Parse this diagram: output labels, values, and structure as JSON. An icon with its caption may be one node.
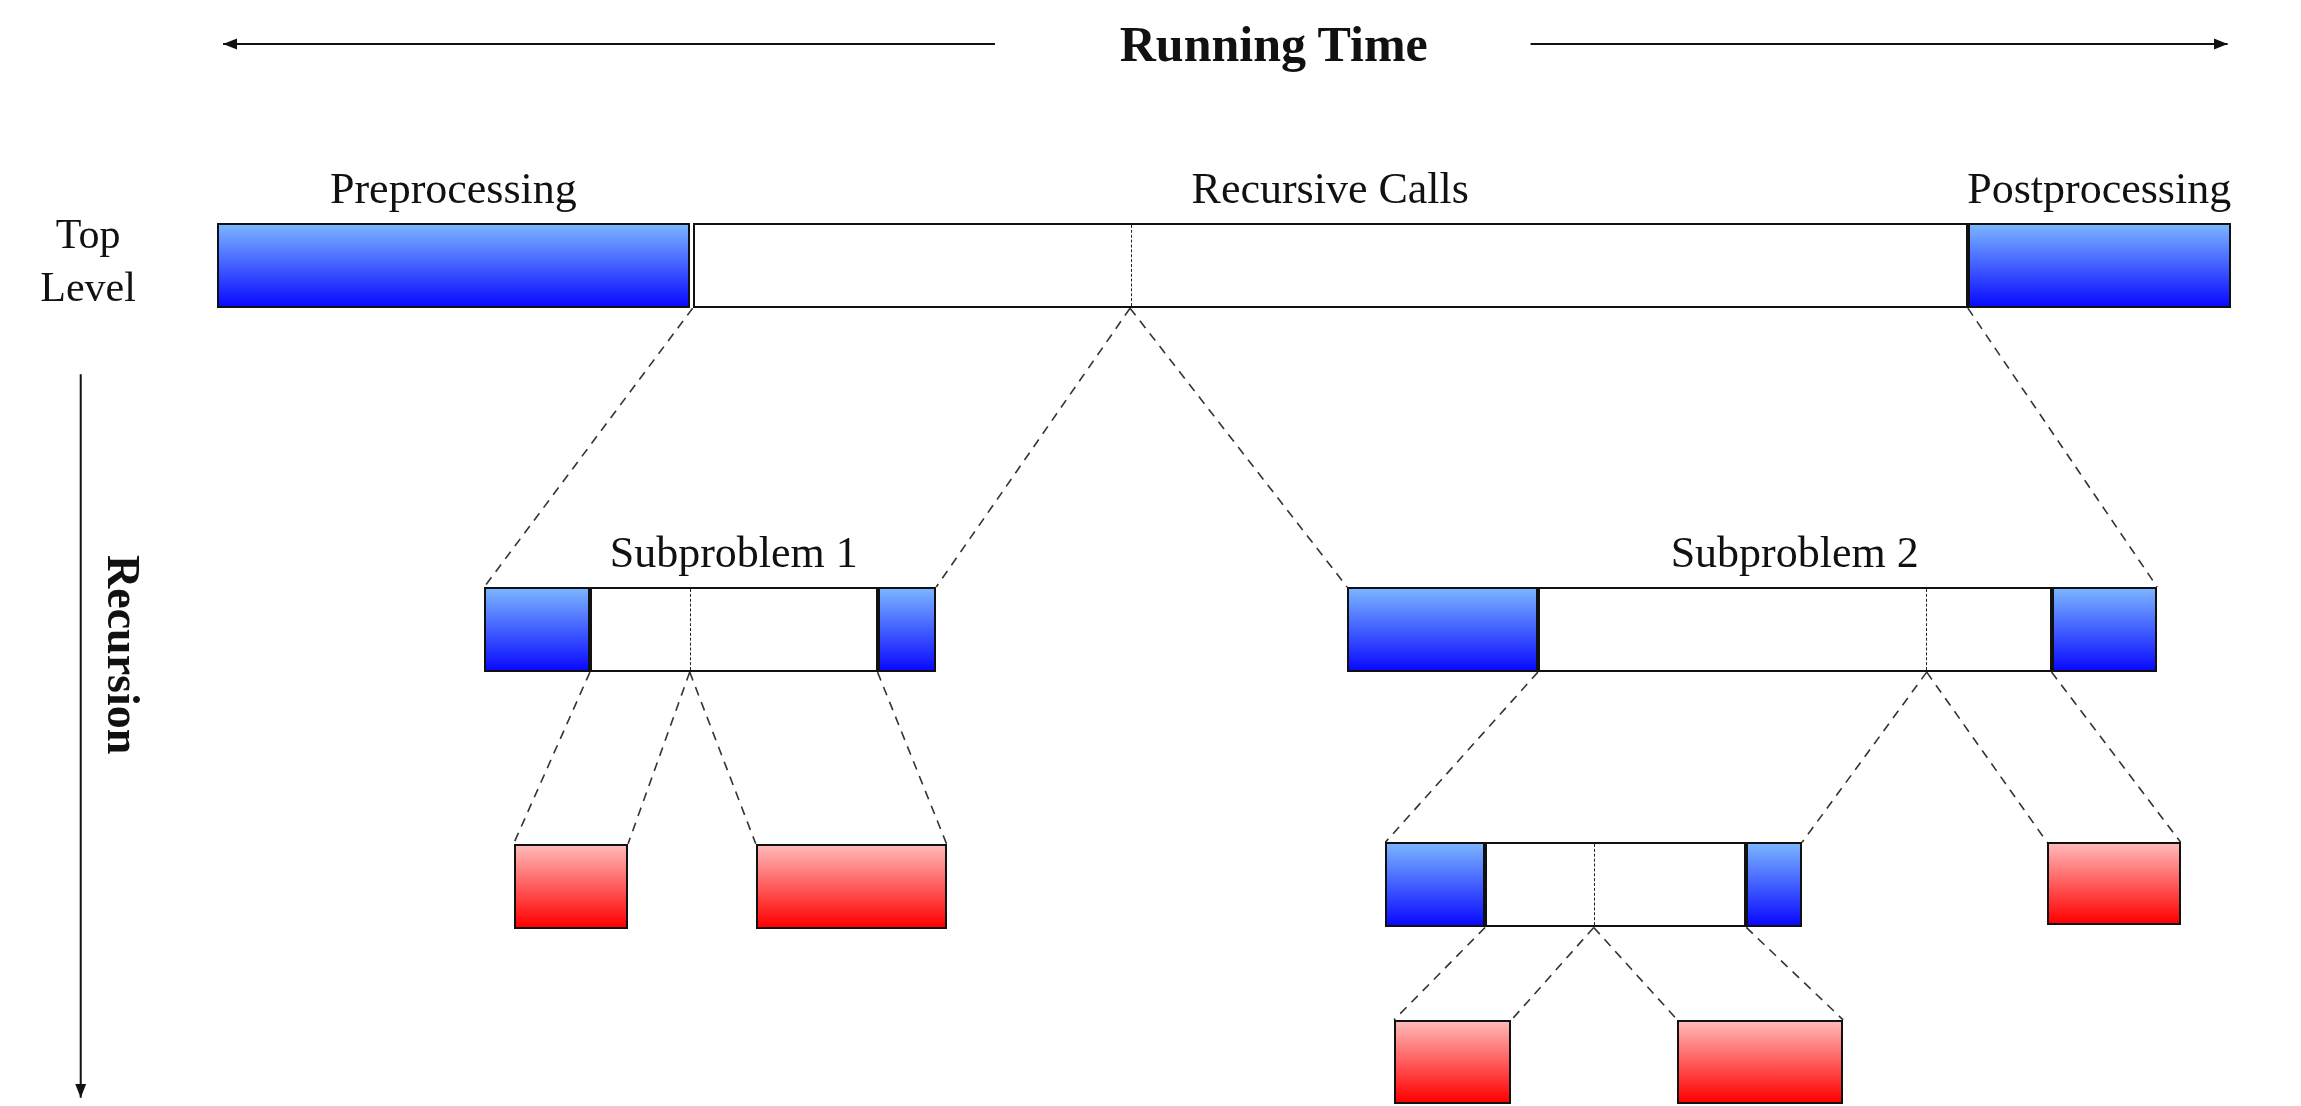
{
  "diagram": {
    "nodes": [
      {
        "text": [
          "Preprocessing"
        ]
      },
      {
        "text": [
          "Recursive Calls"
        ]
      },
      {
        "text": [
          "Postprocessing"
        ]
      },
      {
        "text": [],
        "shape": "bar"
      },
      {
        "text": [
          "Subproblem 1"
        ]
      },
      {
        "text": [],
        "shape": "bar"
      },
      {
        "text": [],
        "shape": "bar"
      },
      {
        "text": [
          "Subproblem 2"
        ]
      },
      {
        "text": [],
        "shape": "bar"
      },
      {
        "text": [],
        "shape": "bar"
      },
      {
        "text": [],
        "shape": "bar"
      },
      {
        "text": [],
        "shape": "bar"
      },
      {
        "text": [],
        "shape": "bar"
      },
      {
        "text": [],
        "shape": "bar"
      },
      {
        "text": [],
        "shape": "bar"
      },
      {
        "text": [],
        "shape": "bar"
      },
      {
        "text": [],
        "shape": "bar"
      }
    ],
    "edges": [
      {
        "from": 1,
        "to": 3,
        "arrow": "none",
        "style": "dashed"
      },
      {
        "from": 1,
        "to": 5,
        "arrow": "none",
        "style": "dashed"
      },
      {
        "from": 1,
        "to": 6,
        "arrow": "none",
        "style": "dashed"
      },
      {
        "from": 1,
        "to": 8,
        "arrow": "none",
        "style": "dashed"
      },
      {
        "from": 4,
        "to": 9,
        "arrow": "none",
        "style": "dashed"
      },
      {
        "from": 4,
        "to": 9,
        "arrow": "none",
        "style": "dashed"
      },
      {
        "from": 4,
        "to": 10,
        "arrow": "none",
        "style": "dashed"
      },
      {
        "from": 4,
        "to": 10,
        "arrow": "none",
        "style": "dashed"
      },
      {
        "from": 7,
        "to": 11,
        "arrow": "none",
        "style": "dashed"
      },
      {
        "from": 7,
        "to": 13,
        "arrow": "none",
        "style": "dashed"
      },
      {
        "from": 7,
        "to": 14,
        "arrow": "none",
        "style": "dashed"
      },
      {
        "from": 7,
        "to": 14,
        "arrow": "none",
        "style": "dashed"
      },
      {
        "from": 12,
        "to": 15,
        "arrow": "none",
        "style": "dashed"
      },
      {
        "from": 12,
        "to": 15,
        "arrow": "none",
        "style": "dashed"
      },
      {
        "from": 12,
        "to": 16,
        "arrow": "none",
        "style": "dashed"
      },
      {
        "from": 12,
        "to": 16,
        "arrow": "none",
        "style": "dashed"
      }
    ],
    "labels": [
      "Running Time",
      "Top Level",
      "Recursion"
    ]
  }
}
